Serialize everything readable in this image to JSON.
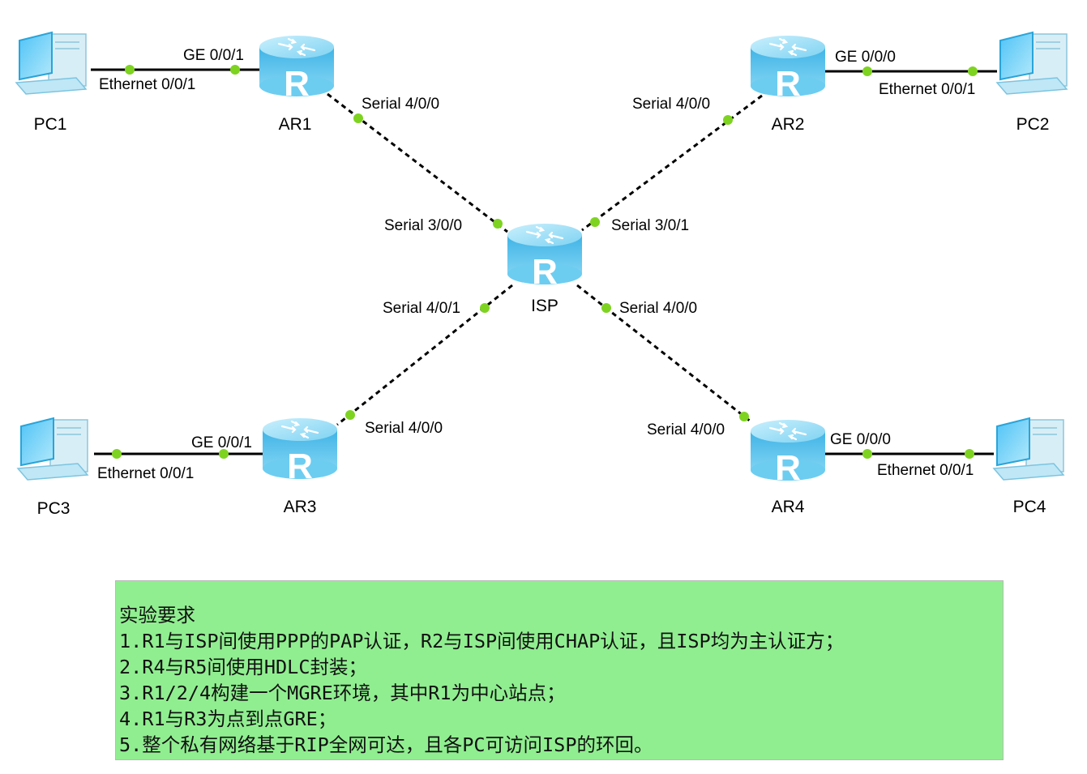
{
  "devices": {
    "pc1": "PC1",
    "pc2": "PC2",
    "pc3": "PC3",
    "pc4": "PC4",
    "ar1": "AR1",
    "ar2": "AR2",
    "ar3": "AR3",
    "ar4": "AR4",
    "isp": "ISP",
    "router_glyph": "R"
  },
  "interfaces": {
    "ar1_ge": "GE 0/0/1",
    "pc1_eth": "Ethernet 0/0/1",
    "ar1_serial": "Serial 4/0/0",
    "ar2_serial": "Serial 4/0/0",
    "ar2_ge": "GE 0/0/0",
    "pc2_eth": "Ethernet 0/0/1",
    "isp_s300": "Serial 3/0/0",
    "isp_s301": "Serial 3/0/1",
    "isp_s401": "Serial 4/0/1",
    "isp_s400": "Serial 4/0/0",
    "ar3_serial": "Serial 4/0/0",
    "ar3_ge": "GE 0/0/1",
    "pc3_eth": "Ethernet 0/0/1",
    "ar4_serial": "Serial 4/0/0",
    "ar4_ge": "GE 0/0/0",
    "pc4_eth": "Ethernet 0/0/1"
  },
  "requirements": {
    "title": "实验要求",
    "items": [
      "1.R1与ISP间使用PPP的PAP认证，R2与ISP间使用CHAP认证，且ISP均为主认证方；",
      "2.R4与R5间使用HDLC封装；",
      "3.R1/2/4构建一个MGRE环境，其中R1为中心站点；",
      "4.R1与R3为点到点GRE；",
      "5.整个私有网络基于RIP全网可达，且各PC可访问ISP的环回。"
    ]
  },
  "colors": {
    "requirements_bg": "#90ee90",
    "router_body": "#5cc6ee",
    "router_top": "#a8e6fb",
    "link_dot": "#7ed321",
    "link": "#000000"
  }
}
